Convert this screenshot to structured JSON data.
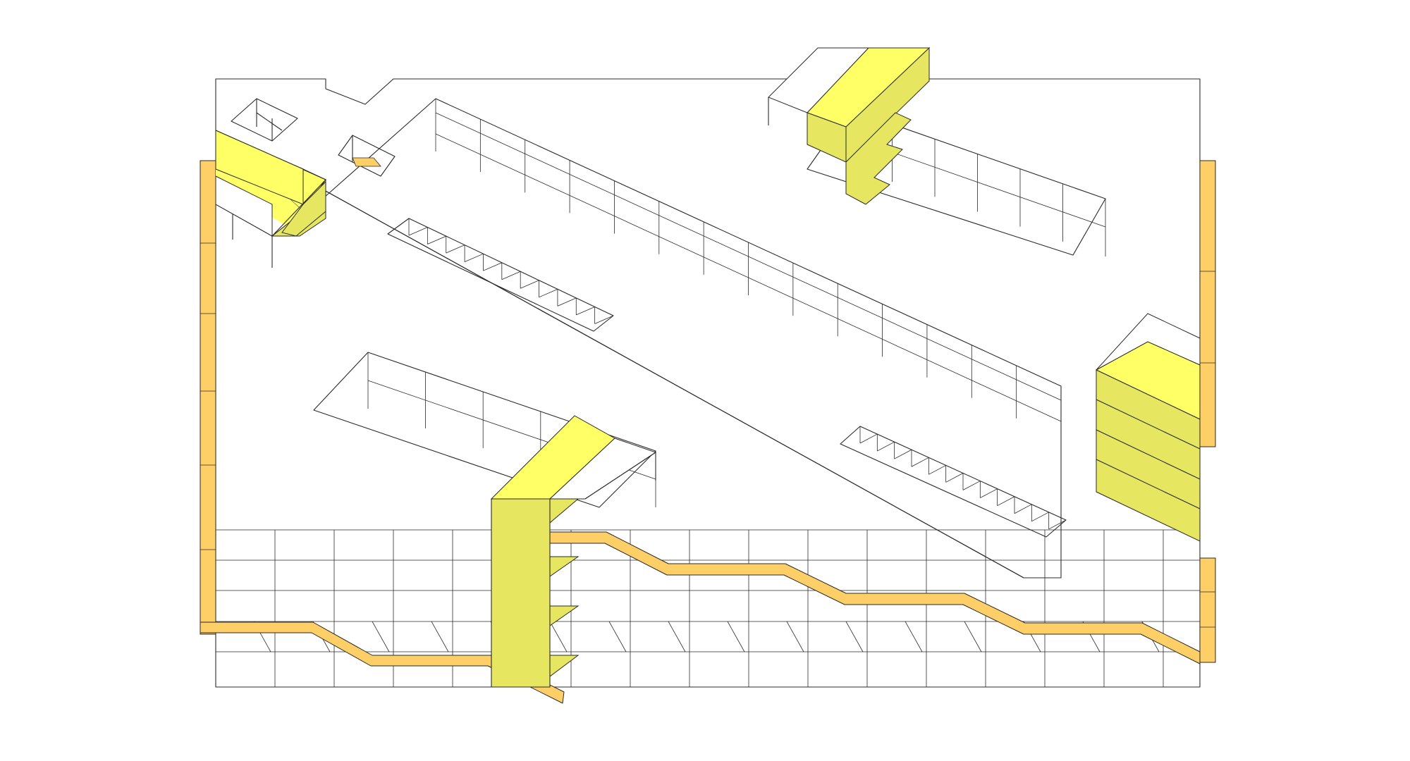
{
  "colors": {
    "background": "#ffffff",
    "floor_plate": "#e4e4e4",
    "outline": "#2a2a2a",
    "ramp_orange": "#fecf66",
    "core_bright_yellow": "#ffff66",
    "core_shaded_yellow": "#e6e660",
    "core_roof_white": "#ffffff"
  },
  "elements": {
    "floor_plate": "floor-plate",
    "ramps": [
      "left-facade-ramp",
      "front-zigzag-ramp",
      "right-facade-ramp-upper",
      "right-facade-ramp-lower"
    ],
    "cores": [
      "core-top-left",
      "core-top-right",
      "core-right",
      "core-front-center"
    ],
    "voids": [
      "atrium-void-main",
      "void-lower-left",
      "void-upper-right",
      "truss-void-left",
      "truss-void-right"
    ]
  }
}
